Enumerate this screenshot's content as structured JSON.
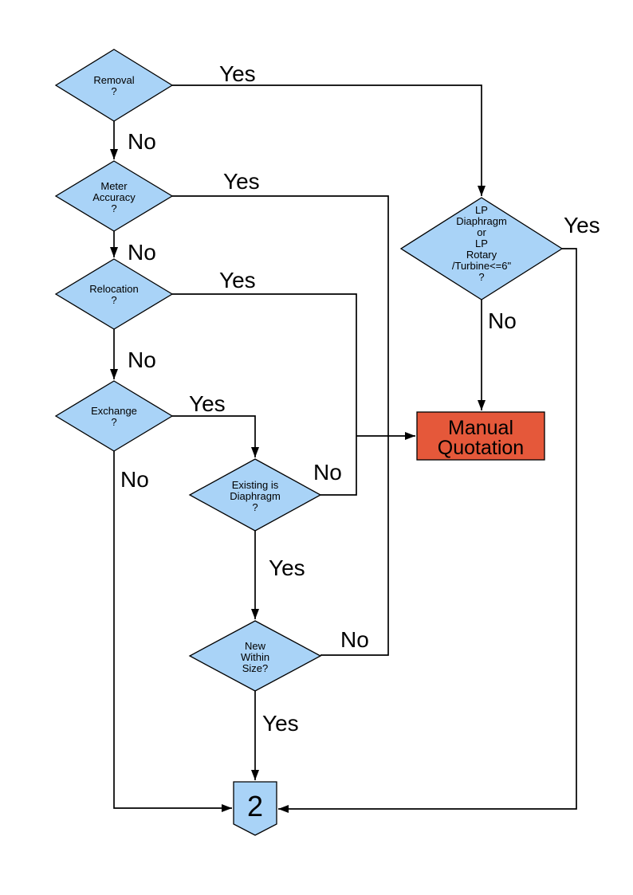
{
  "page": {
    "background": "#ffffff"
  },
  "colors": {
    "decision_fill": "#A9D3F7",
    "process_fill": "#E5583A",
    "connector_fill": "#A9D3F7",
    "stroke": "#000000"
  },
  "nodes": {
    "removal": {
      "line1": "Removal",
      "line2": "?"
    },
    "meter_accuracy": {
      "line1": "Meter",
      "line2": "Accuracy",
      "line3": "?"
    },
    "relocation": {
      "line1": "Relocation",
      "line2": "?"
    },
    "exchange": {
      "line1": "Exchange",
      "line2": "?"
    },
    "existing_is_diaphragm": {
      "line1": "Existing is",
      "line2": "Diaphragm",
      "line3": "?"
    },
    "new_within_size": {
      "line1": "New",
      "line2": "Within",
      "line3": "Size?"
    },
    "lp_meter": {
      "line1": "LP",
      "line2": "Diaphragm",
      "line3": "or",
      "line4": "LP",
      "line5": "Rotary",
      "line6": "/Turbine<=6\"",
      "line7": "?"
    },
    "manual_quotation": {
      "line1": "Manual",
      "line2": "Quotation"
    },
    "offpage_connector": {
      "label": "2"
    }
  },
  "edge_labels": {
    "removal_yes": "Yes",
    "removal_no": "No",
    "meter_accuracy_yes": "Yes",
    "meter_accuracy_no": "No",
    "relocation_yes": "Yes",
    "relocation_no": "No",
    "exchange_yes": "Yes",
    "exchange_no": "No",
    "existing_no": "No",
    "existing_yes": "Yes",
    "new_no": "No",
    "new_yes": "Yes",
    "lp_yes": "Yes",
    "lp_no": "No"
  }
}
